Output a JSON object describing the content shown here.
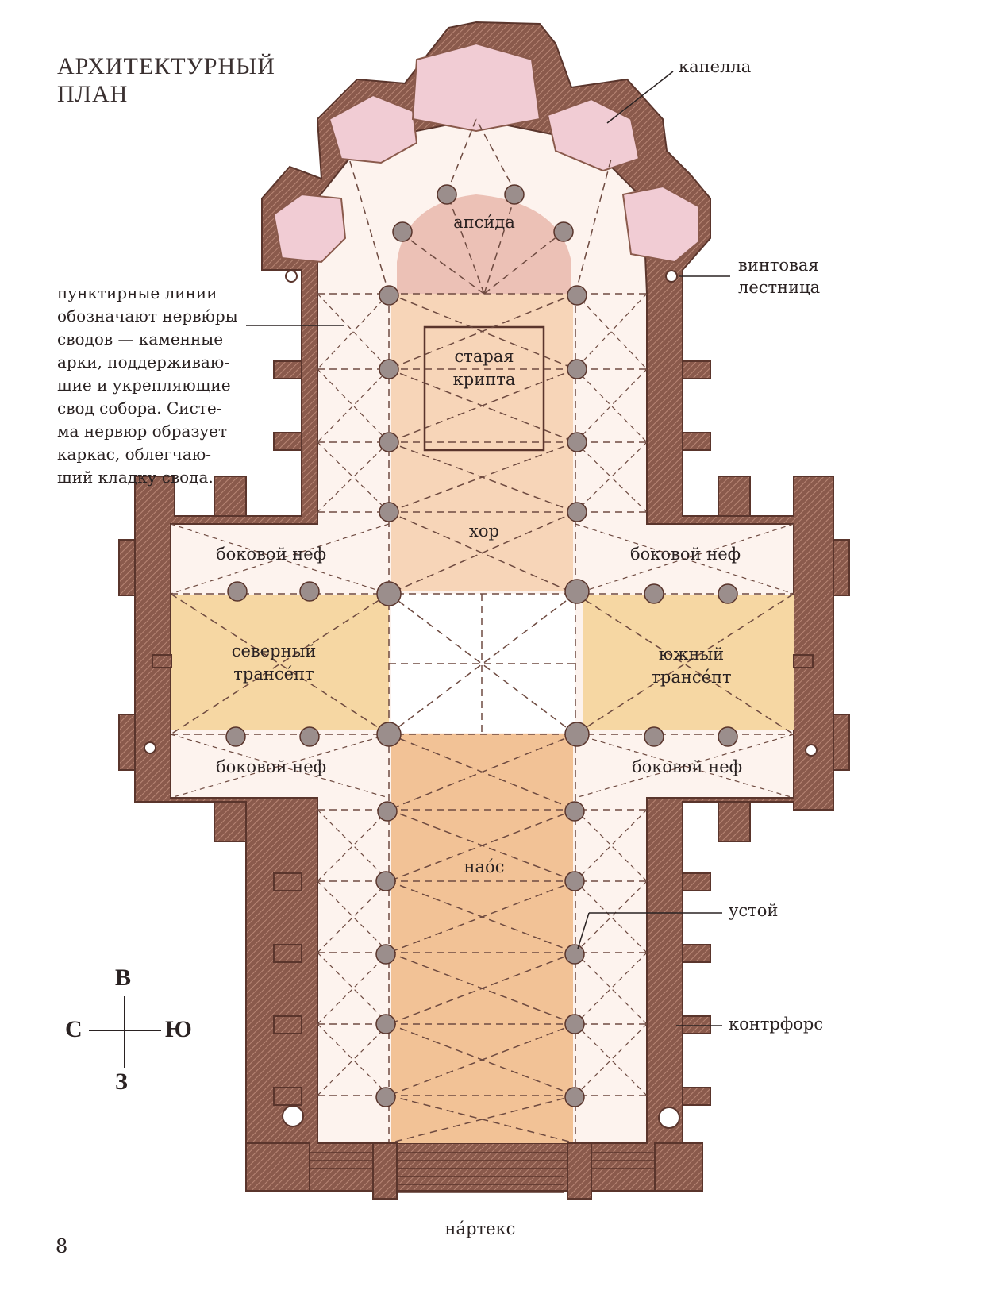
{
  "title": {
    "line1": "АРХИТЕКТУРНЫЙ",
    "line2": "ПЛАН"
  },
  "note": {
    "lines": [
      "пунктирные линии",
      "обозначают нервю́ры",
      "сводов — каменные",
      "арки, поддерживаю-",
      "щие и укрепляющие",
      "свод собора. Систе-",
      "ма нервюр образует",
      "каркас, облегчаю-",
      "щий кладку свода."
    ]
  },
  "labels": {
    "chapel": "капелла",
    "spiral_stair_1": "винтовая",
    "spiral_stair_2": "лестница",
    "apse": "апси́да",
    "old_crypt_1": "старая",
    "old_crypt_2": "крипта",
    "choir": "хор",
    "aisle_nw": "боковой неф",
    "aisle_ne": "боковой неф",
    "aisle_sw": "боковой неф",
    "aisle_se": "боковой неф",
    "north_transept_1": "северный",
    "north_transept_2": "трансе́пт",
    "south_transept_1": "южный",
    "south_transept_2": "трансе́пт",
    "nave": "нао́с",
    "pier": "устой",
    "buttress": "контрфорс",
    "narthex": "на́ртекс"
  },
  "compass": {
    "north": "С",
    "east": "В",
    "south": "Ю",
    "west": "З"
  },
  "page_number": "8",
  "colors": {
    "wall": "#8a5a4c",
    "floor": "#fdf3ee",
    "chapel": "#f1ccd4",
    "apse": "#ecc1b6",
    "choir": "#f7d5b8",
    "transept": "#f6d7a3",
    "nave": "#f2c296",
    "pier": "#9b8e8c"
  }
}
